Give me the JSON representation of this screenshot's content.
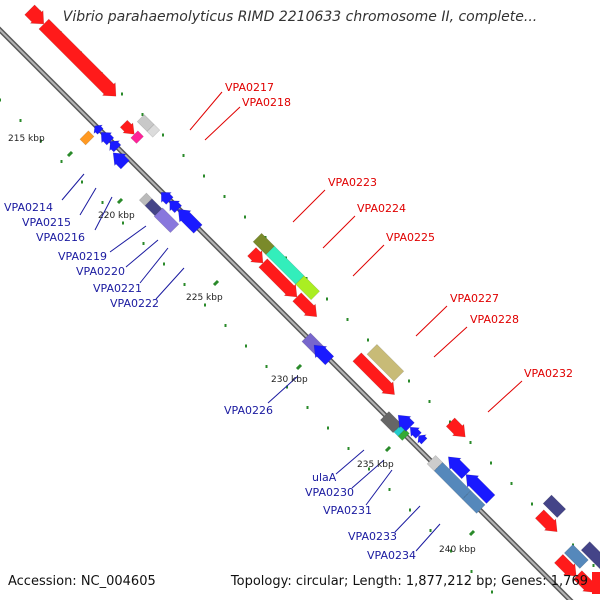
{
  "title": "Vibrio parahaemolyticus RIMD 2210633 chromosome II, complete...",
  "accession_text": "Accession: NC_004605",
  "summary_text": "Topology: circular; Length: 1,877,212 bp; Genes: 1,769",
  "colors": {
    "backbone": "#8c8c8c",
    "tick": "#2a8a2a",
    "label_red": "#e00000",
    "label_blue": "#1a1aa0",
    "forward_red": "#ff1a1a",
    "reverse_blue": "#1a1aff"
  },
  "tick_labels": [
    "215 kbp",
    "220 kbp",
    "225 kbp",
    "230 kbp",
    "235 kbp",
    "240 kbp"
  ],
  "gene_labels": [
    {
      "text": "VPA0217",
      "strand": "forward"
    },
    {
      "text": "VPA0218",
      "strand": "forward"
    },
    {
      "text": "VPA0223",
      "strand": "forward"
    },
    {
      "text": "VPA0224",
      "strand": "forward"
    },
    {
      "text": "VPA0225",
      "strand": "forward"
    },
    {
      "text": "VPA0227",
      "strand": "forward"
    },
    {
      "text": "VPA0228",
      "strand": "forward"
    },
    {
      "text": "VPA0232",
      "strand": "forward"
    },
    {
      "text": "VPA0214",
      "strand": "reverse"
    },
    {
      "text": "VPA0215",
      "strand": "reverse"
    },
    {
      "text": "VPA0216",
      "strand": "reverse"
    },
    {
      "text": "VPA0219",
      "strand": "reverse"
    },
    {
      "text": "VPA0220",
      "strand": "reverse"
    },
    {
      "text": "VPA0221",
      "strand": "reverse"
    },
    {
      "text": "VPA0222",
      "strand": "reverse"
    },
    {
      "text": "VPA0226",
      "strand": "reverse"
    },
    {
      "text": "ulaA",
      "strand": "reverse"
    },
    {
      "text": "VPA0230",
      "strand": "reverse"
    },
    {
      "text": "VPA0231",
      "strand": "reverse"
    },
    {
      "text": "VPA0233",
      "strand": "reverse"
    },
    {
      "text": "VPA0234",
      "strand": "reverse"
    }
  ]
}
